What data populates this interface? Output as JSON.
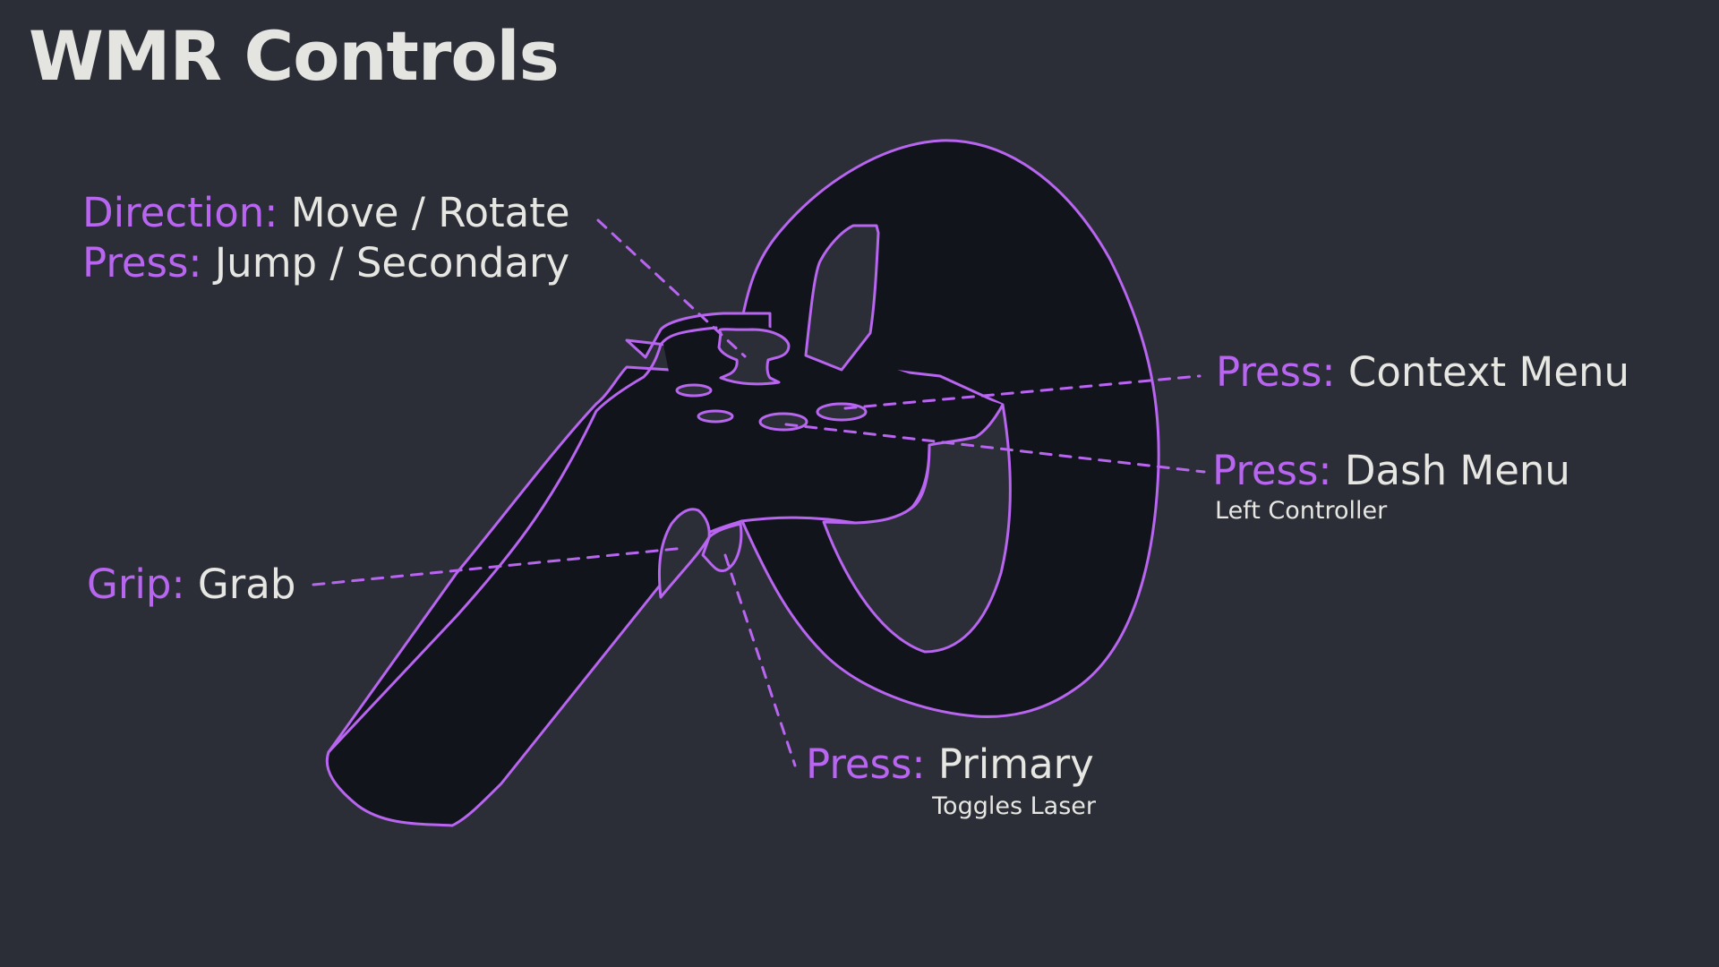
{
  "title": "WMR Controls",
  "colors": {
    "background": "#2c2e37",
    "controller_fill": "#12141c",
    "accent": "#b865f0",
    "text": "#e6e6e2"
  },
  "controller": {
    "name": "Left Controller",
    "icon": "vr-motion-controller"
  },
  "labels": {
    "thumbstick": {
      "direction_key": "Direction:",
      "direction_value": "Move / Rotate",
      "press_key": "Press:",
      "press_value": "Jump / Secondary"
    },
    "menu_button": {
      "key": "Press:",
      "value": "Context Menu"
    },
    "windows_button": {
      "key": "Press:",
      "value": "Dash Menu",
      "note": "Left Controller"
    },
    "grip": {
      "key": "Grip:",
      "value": "Grab"
    },
    "trigger": {
      "key": "Press:",
      "value": "Primary",
      "note": "Toggles Laser"
    }
  }
}
